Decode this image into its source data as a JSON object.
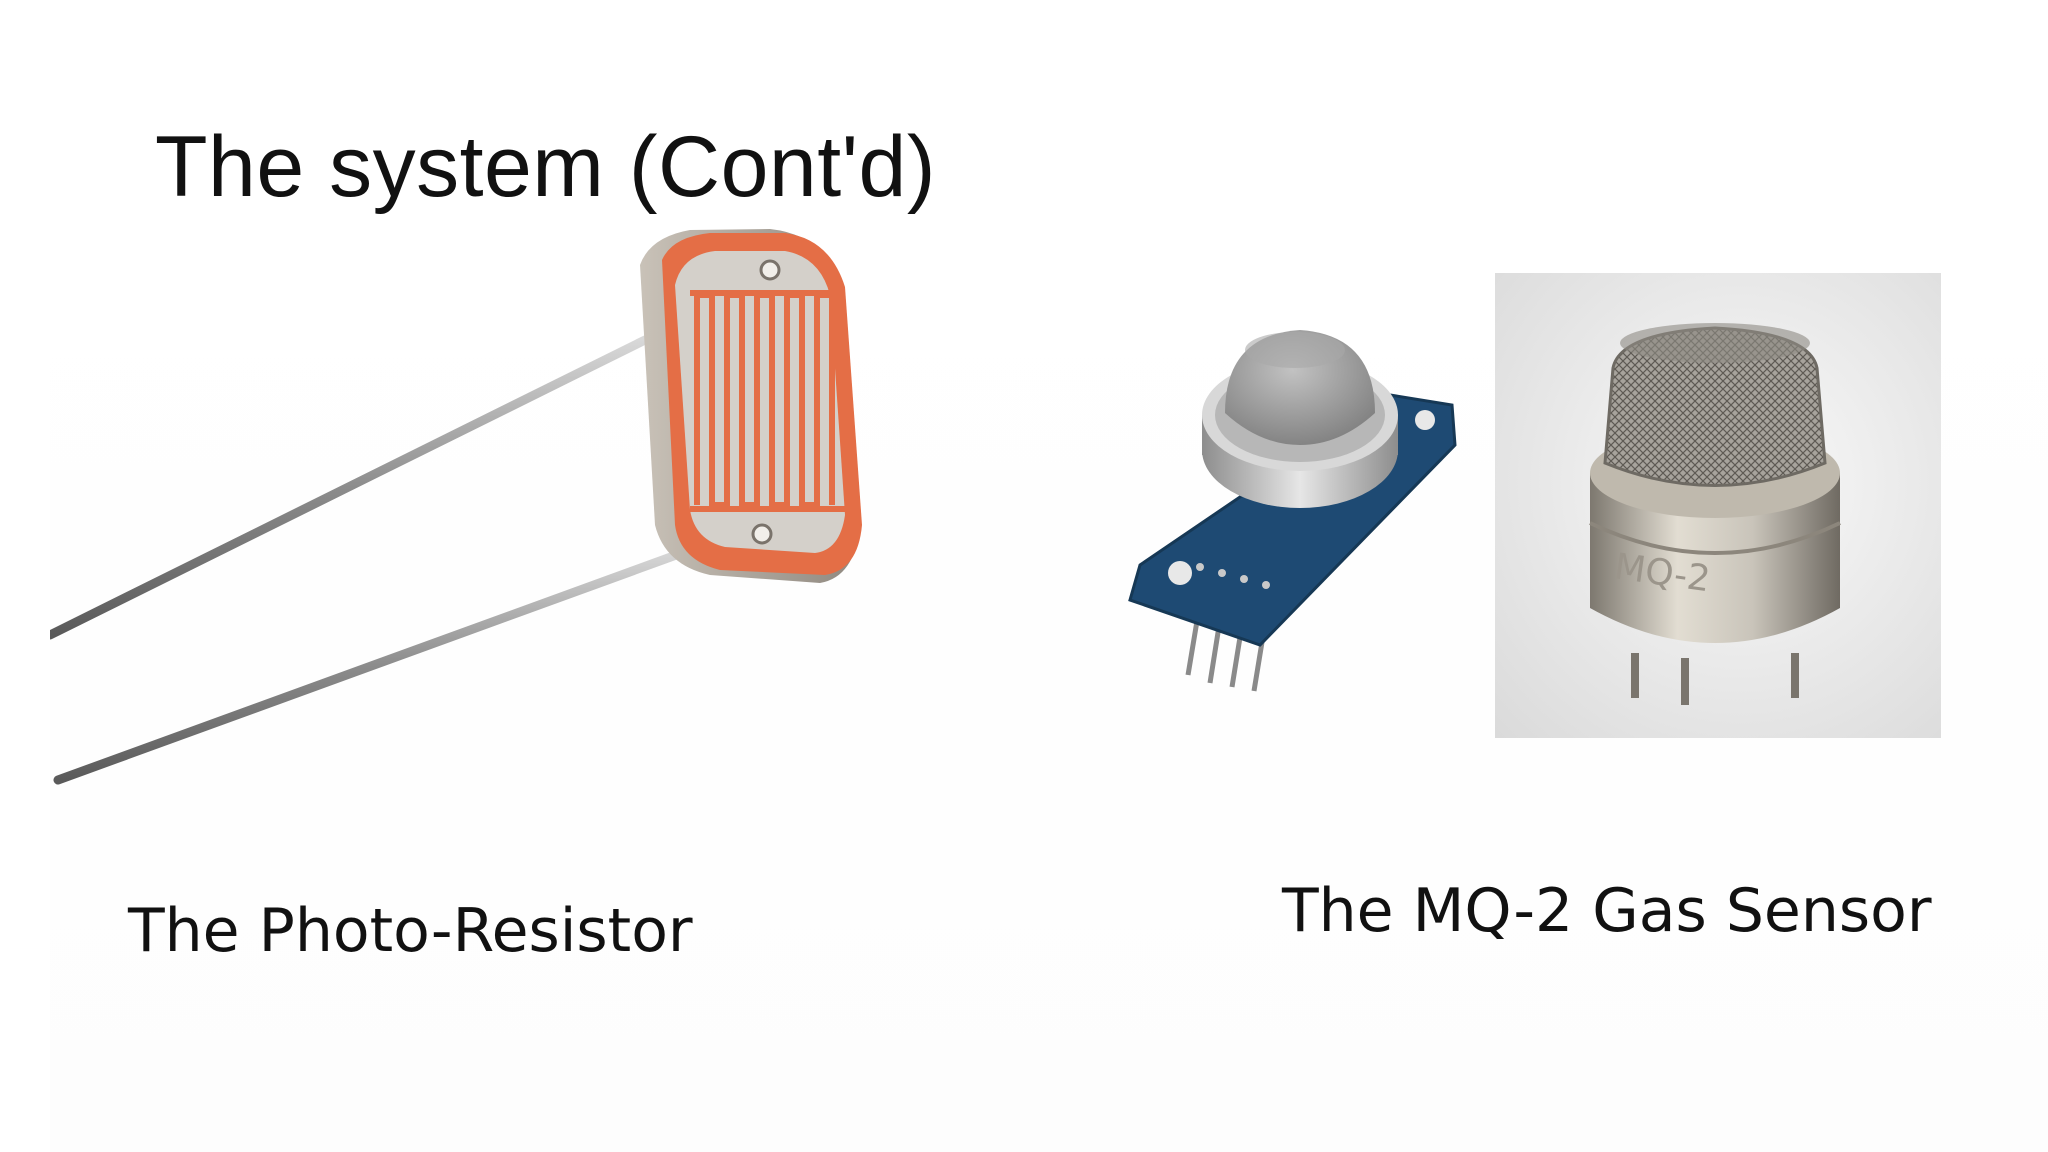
{
  "slide": {
    "title": "The system (Cont'd)",
    "captions": {
      "photo_resistor": "The Photo-Resistor",
      "gas_sensor": "The MQ-2 Gas Sensor"
    },
    "sensor_marking": "MQ-2"
  },
  "colors": {
    "ldr_body": "#e46e46",
    "ldr_trace": "#d9d6d0",
    "pcb_blue": "#1e4a73",
    "mesh_grey": "#9a9a9a",
    "metal": "#c9c4ba"
  }
}
